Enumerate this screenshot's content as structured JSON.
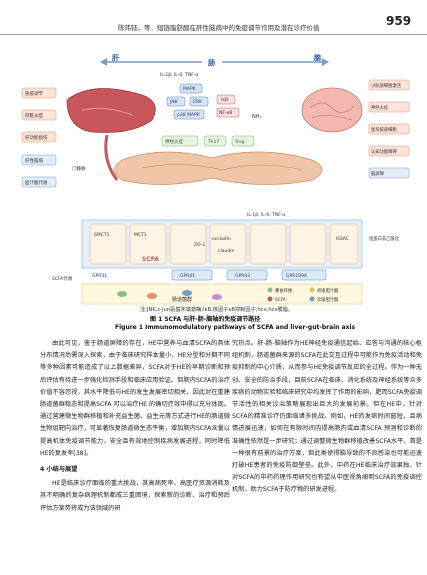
{
  "header": {
    "running_head": "陈玮钰，等．短链脂肪酸在肝性脑病中的免疫调节作用及潜在诊疗价值",
    "page_number": "959"
  },
  "figure": {
    "labels": {
      "liver": "肝",
      "brain": "脑",
      "gut": "肠",
      "portal_vein": "门静脉",
      "cytokines_top": "IL-1β, IL-6, TNF-α",
      "cytokines_mid": "IL-1β, IL-6, TNF-α",
      "ammonia": "NH₃",
      "mapk": "MAPK",
      "jnk": "JNK",
      "erk": "ERK",
      "p38": "p38 MAPK",
      "ikb": "IκB",
      "nfkb": "NF-κB",
      "gpr41": "GPR41",
      "gpr43": "GPR43",
      "gpr109a": "GPR109A",
      "gpr41_left": "GPR41",
      "smct1": "SMCT1",
      "mct1": "MCT1",
      "occludin": "occludin",
      "claudin": "claudin",
      "zo1": "ZO-1",
      "hdac": "HDAC",
      "scfa": "SCFA",
      "scfa_metab": "SCFA代谢",
      "gut_bacteria": "肠道菌群",
      "hdac_inhibit": "组蛋白去乙酰化",
      "legend_fiber": "膳食纤维",
      "legend_scfa": "SCFA",
      "legend_primary": "初级胆汁酸",
      "legend_secondary": "次级胆汁酸",
      "liver_box_1": "免疫调节",
      "liver_box_2": "肝脏炎症",
      "liver_box_3": "肝功能损伤",
      "brain_box_1": "小胶质细胞激活",
      "brain_box_2": "神经炎症",
      "brain_box_3": "星形胶质细胞",
      "brain_box_4": "认知功能障碍",
      "mid_box_1": "神经炎症",
      "mid_box_2": "Th17",
      "mid_box_3": "Treg",
      "left_box_1": "肝性脑病",
      "left_box_2": "胆汁酸代谢",
      "right_box_1": "脑屏障"
    },
    "note": "注:JNK,c-jun氨基末端激酶;IκB,核因子κB抑制因子;hcv,hcv膜脂。",
    "caption_cn": "图 1    SCFA 与肝-肠-脑轴的免疫调节路径",
    "caption_en": "Figure 1    Immunomodulatory pathways of SCFA and liver-gut-brain axis"
  },
  "body": {
    "left_col": [
      "由此可见，鉴于肠道屏障的存在，HE中营养与血清SCFA的具体分布情况尚需深入探索，由于临床研究样本量小、HE分型和分期不同等多种因素可能造成了以上数据差异，SCFA对于HE的早期诊断和预后评估有待进一步强化检测手段和临床应用验证。但肠内SCFA的治疗价值不容忽视，其水平降低与HE的发生发展密切相关，因此对在重建肠道菌群稳态和提高SCFA 可以治疗HE 的确切疗效中得以充分体现。通过营建微生物群移植和补充益生菌、益生元等方式进行HE的肠道微生物组靶向治疗，可显著恢复肠道微生态平衡，增加肠内SCFA含量以提高机体免疫调节能力，安全且有效地控制疾病发展进程，同时降低HE的复发率[38]。"
    ],
    "section_title": "4  小结与展望",
    "left_col_after": [
      "HE是临床诊疗面临的重大挑战，其高病死率、高医疗资源消耗及其不明确的复杂病理机制都成三重困境，探索新的诊断、治疗和预后评估方案势将成为该领域的研"
    ],
    "right_col": [
      "究热点。肝-肠-脑轴作为HE神经免疫通信起始、应答与沟通的核心枢纽机制，肠道菌群来源的SCFA在此交互过程中可能作为免疫活动和免疫抑制的中心介质，从而参与HE免疫调节反应的全过程。作为一种无创、安全的防治手段，目前SCFA在临床、消化系统及神经系统等众多疾病的动物实验和临床研究中均发挥了作用的影响，肥而SCFA免疫调节活性的相关诊治策略展现出巨大的发展前景。但在HE中，针对SCFA的精准诊疗仍面临诸多挑战。例如，HE的发病时间窗短，且病情进展迅速，如何在有限时间内提高肠内或血清SCFA 预测和诊断的准确性依然是一步研究；通过调整微生物群移植改善SCFA水平，首是一种很有前景的治疗方案，但此类使得脑导致的不良感染也可能迅速打破HE患者的免疫防御壁垒。此外，中药在HE临床治疗效果独，针对SCFA的中药药理作用研究也有望从中医视角阐明SCFA的免疫调控机制，助力SCFA于防疗物的研发进程。"
    ]
  }
}
